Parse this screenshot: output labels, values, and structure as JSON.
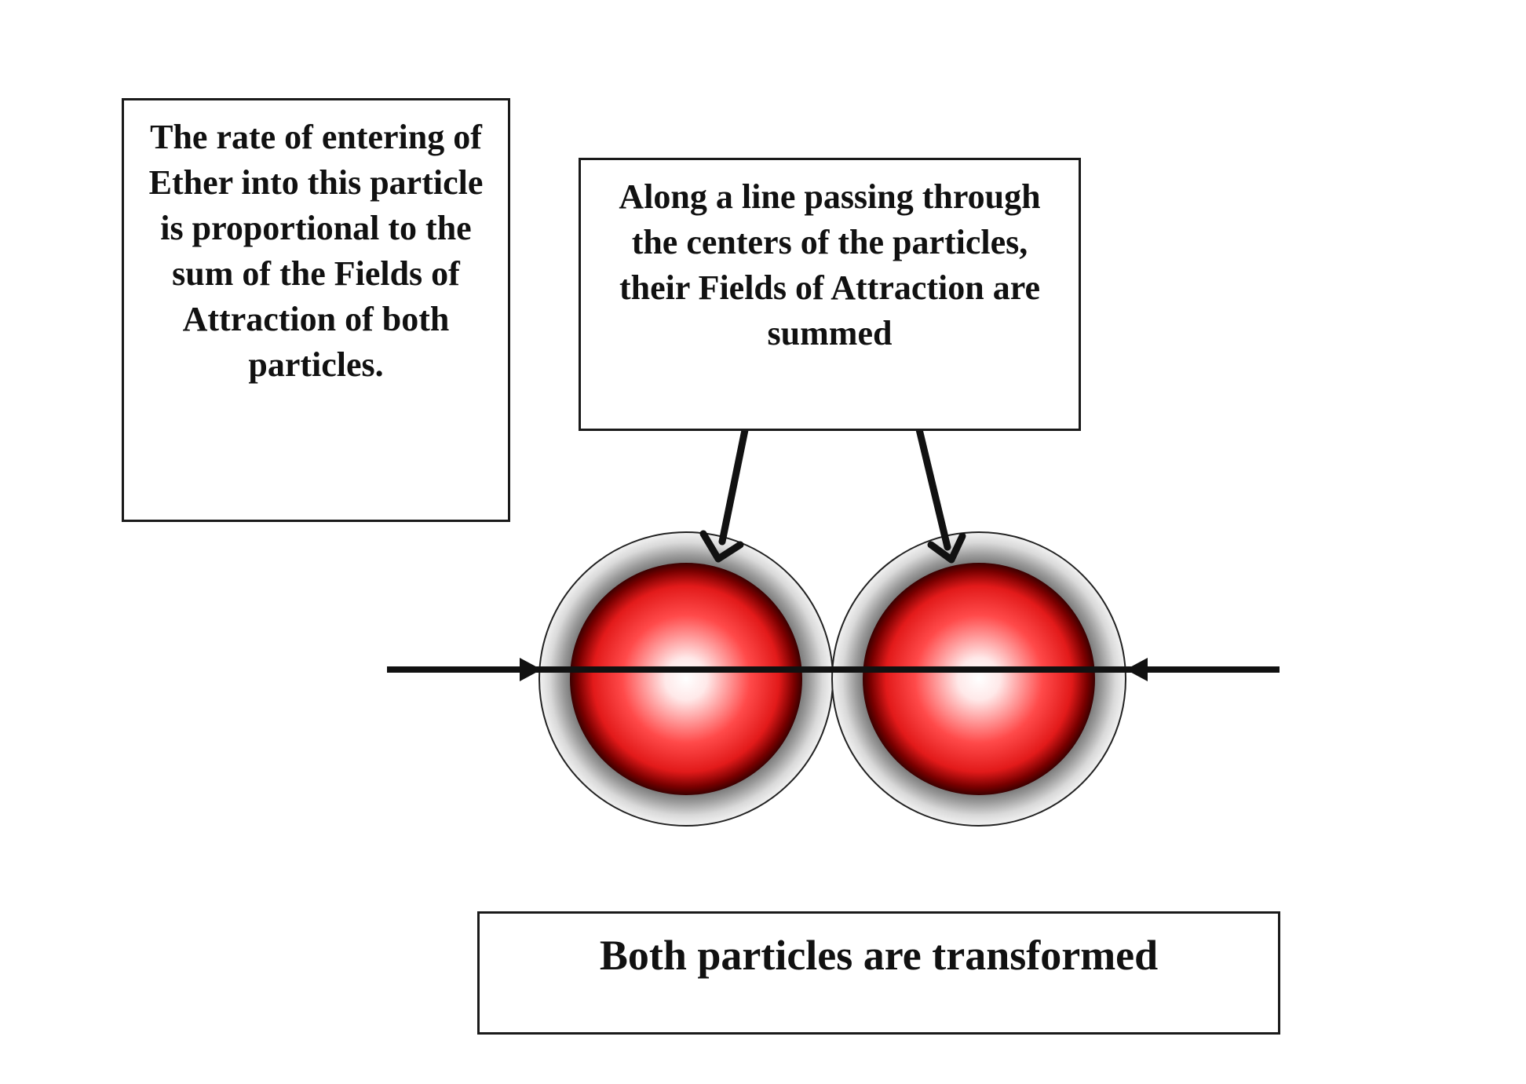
{
  "labels": {
    "left_box": "The rate of entering of Ether into this particle is proportional to the sum of the Fields of Attraction of both particles.",
    "top_box": "Along a line passing through the centers of the particles, their Fields of Attraction are summed",
    "bottom_box": "Both particles are transformed"
  },
  "colors": {
    "particle_core": "#ff3b3b",
    "particle_center": "#ffffff",
    "particle_edge": "#3a0000",
    "field_halo": "#8a8a8a",
    "line": "#111111"
  }
}
